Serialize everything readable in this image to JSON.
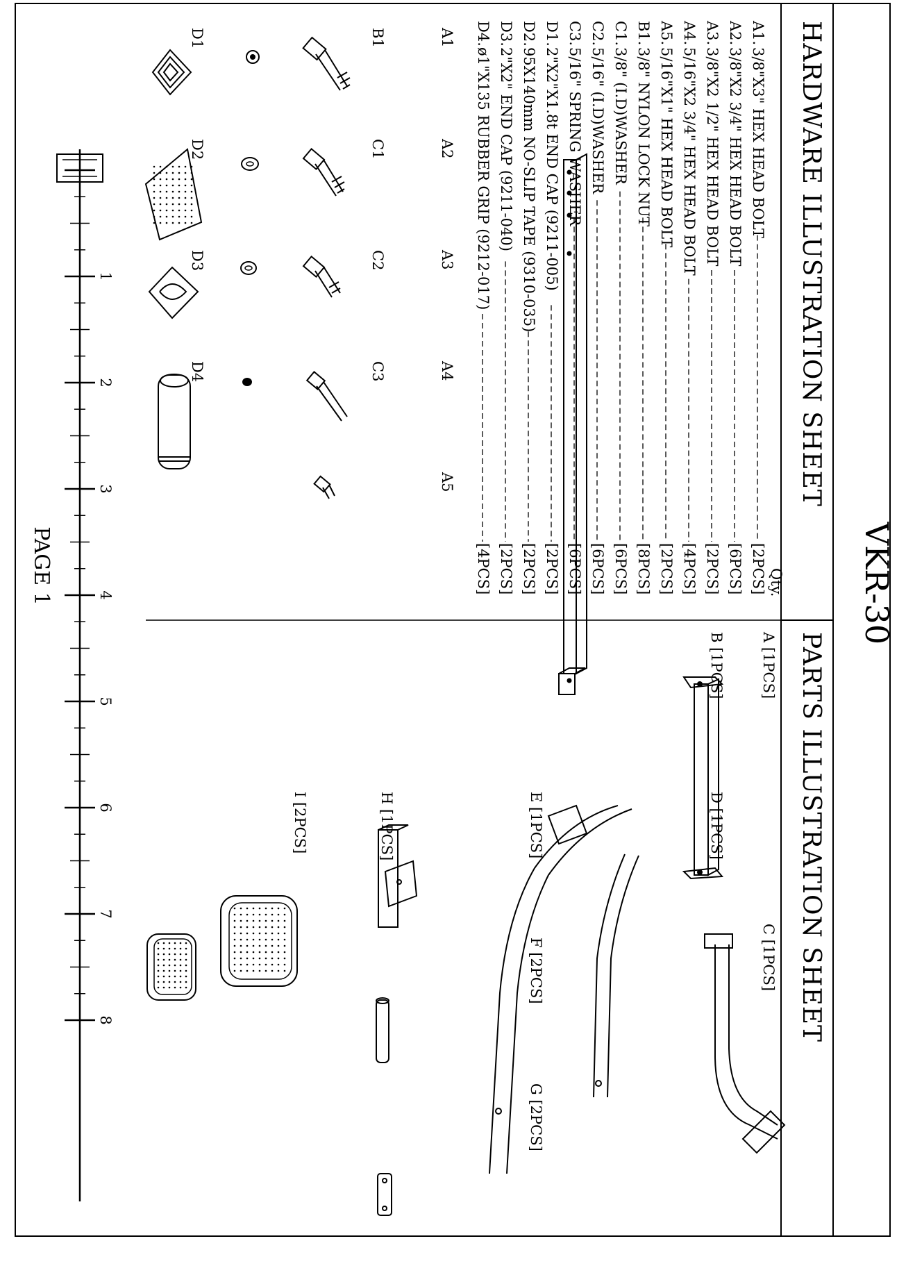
{
  "doc": {
    "model": "VKR-30",
    "hardware_heading": "HARDWARE ILLUSTRATION SHEET",
    "parts_heading": "PARTS ILLUSTRATION SHEET",
    "qty_heading": "Qty.",
    "page_label": "PAGE 1"
  },
  "hardware": [
    {
      "code": "A1.",
      "desc": "3/8\"X3\" HEX HEAD BOLT",
      "qty": "[2PCS]"
    },
    {
      "code": "A2.",
      "desc": "3/8\"X2 3/4\" HEX HEAD BOLT",
      "qty": "[6PCS]"
    },
    {
      "code": "A3.",
      "desc": "3/8\"X2 1/2\" HEX HEAD BOLT",
      "qty": "[2PCS]"
    },
    {
      "code": "A4.",
      "desc": "5/16\"X2 3/4\" HEX HEAD BOLT",
      "qty": "[4PCS]"
    },
    {
      "code": "A5.",
      "desc": "5/16\"X1\" HEX HEAD BOLT",
      "qty": "[2PCS]"
    },
    {
      "code": "B1.",
      "desc": "3/8\" NYLON LOCK NUT",
      "qty": "[8PCS]"
    },
    {
      "code": "C1.",
      "desc": "3/8\" (I.D)WASHER",
      "qty": "[6PCS]"
    },
    {
      "code": "C2.",
      "desc": "5/16\" (I.D)WASHER",
      "qty": "[6PCS]"
    },
    {
      "code": "C3.",
      "desc": "5/16\" SPRING WASHER",
      "qty": "[6PCS]"
    },
    {
      "code": "D1.",
      "desc": "2\"X2\"X1.8t END CAP (9211-005)",
      "qty": "[2PCS]"
    },
    {
      "code": "D2.",
      "desc": "95X140mm NO-SLIP TAPE (9310-035)",
      "qty": "[2PCS]"
    },
    {
      "code": "D3.",
      "desc": "2\"X2\" END CAP (9211-040)",
      "qty": "[2PCS]"
    },
    {
      "code": "D4.",
      "desc": "ø1\"X135 RUBBER GRIP (9212-017)",
      "qty": "[4PCS]"
    }
  ],
  "hardware_labels": [
    "A1",
    "A2",
    "A3",
    "A4",
    "A5",
    "B1",
    "C1",
    "C2",
    "C3",
    "D1",
    "D2",
    "D3",
    "D4"
  ],
  "parts": [
    {
      "label": "A [1PCS]"
    },
    {
      "label": "B [1PCS]"
    },
    {
      "label": "C [1PCS]"
    },
    {
      "label": "D [1PCS]"
    },
    {
      "label": "E [1PCS]"
    },
    {
      "label": "F [2PCS]"
    },
    {
      "label": "G [2PCS]"
    },
    {
      "label": "H [1PCS]"
    },
    {
      "label": "I [2PCS]"
    }
  ],
  "ruler": {
    "numbers": [
      "1",
      "2",
      "3",
      "4",
      "5",
      "6",
      "7",
      "8"
    ]
  }
}
